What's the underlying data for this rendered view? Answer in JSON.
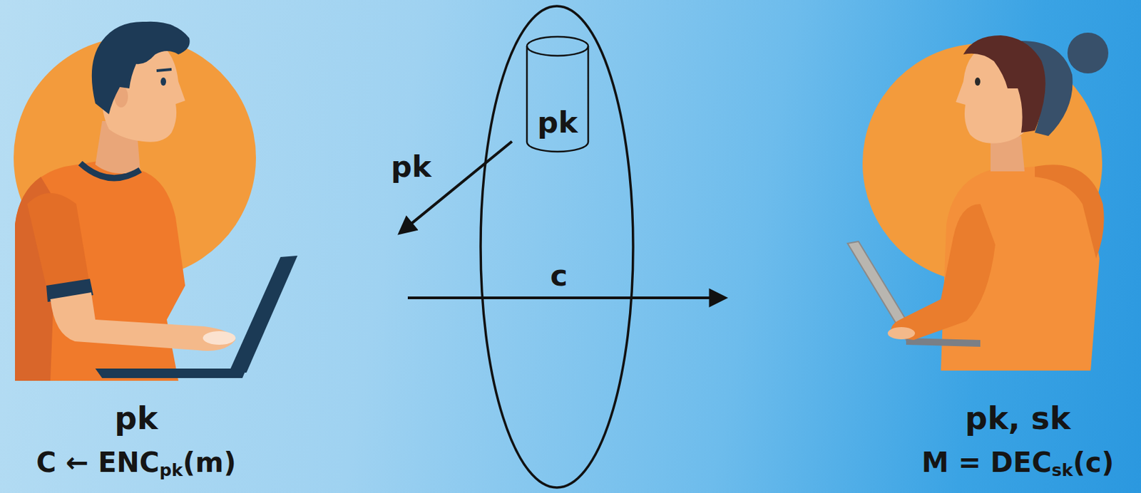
{
  "diagram": {
    "nodes": [
      {
        "text": [
          "pk",
          "C ← ENCpk(m)"
        ]
      },
      {
        "text": [
          "pk"
        ]
      },
      {
        "text": [
          "pk, sk",
          "M = DECsk(c)"
        ]
      }
    ],
    "edges": [
      {
        "from": 1,
        "to": 0,
        "arrow": "to",
        "label": "pk"
      },
      {
        "from": 0,
        "to": 2,
        "arrow": "to",
        "label": "c"
      }
    ]
  }
}
